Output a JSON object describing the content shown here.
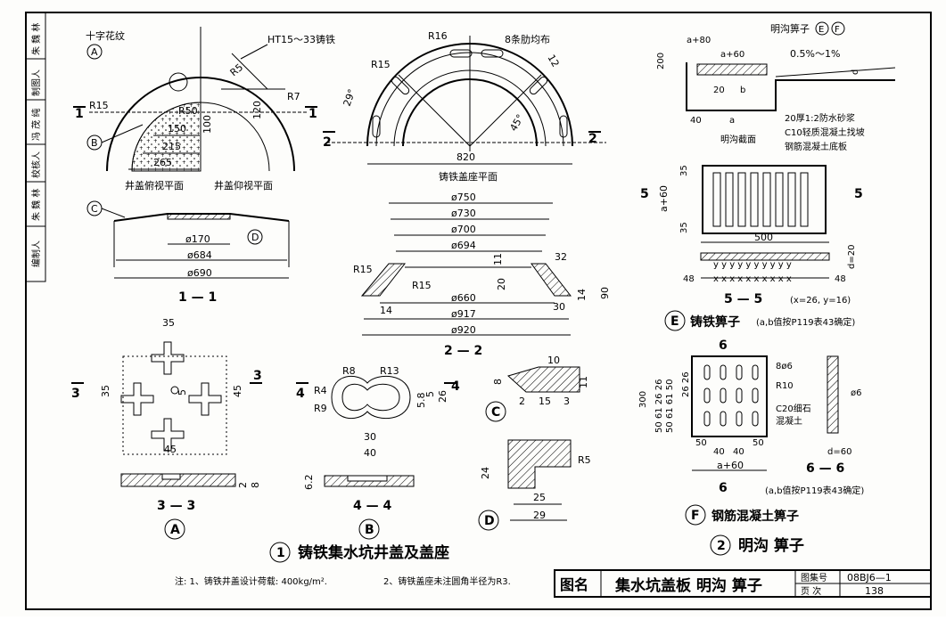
{
  "sidebar": [
    "编制人",
    "朱 魏 林",
    "校核人",
    "冯 茂 纯",
    "制图人",
    "朱 魏 林"
  ],
  "top_view": {
    "label_cross": "十字花纹",
    "label_iron": "HT15～33铸铁",
    "dim_r15": "R15",
    "dim_r50": "R50",
    "dim_r5": "R5",
    "dim_r7": "R7",
    "dim_150": "150",
    "dim_215": "215",
    "dim_265": "265",
    "dim_100": "100",
    "dim_120": "120",
    "caption_top": "井盖俯视平面",
    "caption_bottom": "井盖仰视平面",
    "marker_a": "A",
    "marker_b": "B",
    "cut": "1"
  },
  "seat_plan": {
    "dim_r16": "R16",
    "dim_r15": "R15",
    "ribs": "8条肋均布",
    "dim_12": "12",
    "dim_29": "29°",
    "dim_45": "45°",
    "dim_820": "820",
    "caption": "铸铁盖座平面",
    "cut": "2"
  },
  "section_1": {
    "marker_c": "C",
    "marker_d": "D",
    "dim_170": "ø170",
    "dim_684": "ø684",
    "dim_690": "ø690",
    "caption": "1 — 1"
  },
  "section_2": {
    "dims": [
      "ø750",
      "ø730",
      "ø700",
      "ø694"
    ],
    "r15a": "R15",
    "r15b": "R15",
    "d11": "11",
    "d20": "20",
    "d32": "32",
    "d14": "14",
    "d90": "90",
    "d30": "30",
    "d14b": "14",
    "dims_bottom": [
      "ø660",
      "ø917",
      "ø920"
    ],
    "caption": "2 — 2"
  },
  "detail_a": {
    "d35a": "35",
    "d35b": "35",
    "d5": "5",
    "d45a": "45",
    "d45b": "45",
    "d2": "2",
    "d8": "8",
    "cut": "3",
    "caption": "3 — 3",
    "marker": "A"
  },
  "detail_b": {
    "r8": "R8",
    "r13": "R13",
    "r4": "R4",
    "r9": "R9",
    "d58": "5.8",
    "d5": "5",
    "d26": "26",
    "d30": "30",
    "d40": "40",
    "d62": "6.2",
    "cut": "4",
    "caption": "4 — 4",
    "marker": "B"
  },
  "detail_c": {
    "d10": "10",
    "d8": "8",
    "d11": "11",
    "d2": "2",
    "d15": "15",
    "d3": "3",
    "marker": "C"
  },
  "detail_d": {
    "r5": "R5",
    "d24": "24",
    "d25": "25",
    "d29": "29",
    "marker": "D"
  },
  "ditch": {
    "label_grate": "明沟箅子",
    "markers": [
      "E",
      "F"
    ],
    "a80": "a+80",
    "a60": "a+60",
    "slope": "0.5%～1%",
    "d200": "200",
    "d20": "20",
    "db": "b",
    "dd": "d",
    "d40": "40",
    "da": "a",
    "caption": "明沟截面",
    "notes": [
      "20厚1:2防水砂浆",
      "C10轻质混凝土找坡",
      "钢筋混凝土底板"
    ]
  },
  "grate_e": {
    "cut": "5",
    "d35a": "35",
    "d35b": "35",
    "da60": "a+60",
    "d500": "500",
    "dd20": "d=20",
    "ys": "y y y y y y y y y y",
    "d48a": "48",
    "d48b": "48",
    "xs": "x x x x x x x x x x",
    "caption": "5 — 5",
    "caption_note": "(x=26, y=16)",
    "title": "铸铁箅子",
    "title_note": "(a,b值按P119表43确定)",
    "marker": "E"
  },
  "grate_f": {
    "cut": "6",
    "d300": "300",
    "left_dims": "50 61 26 26",
    "left_dims2": "50 61 61 50",
    "inner": "26 26",
    "rebar": "8ø6",
    "r10": "R10",
    "concrete": "C20细石",
    "concrete2": "混凝土",
    "d50a": "50",
    "d40a": "40",
    "d40b": "40",
    "d50b": "50",
    "da60": "a+60",
    "d6": "ø6",
    "d60": "d=60",
    "caption": "6 — 6",
    "title": "钢筋混凝土箅子",
    "title_note": "(a,b值按P119表43确定)",
    "marker": "F"
  },
  "main_titles": {
    "n1": "1",
    "t1": "铸铁集水坑井盖及盖座",
    "n2": "2",
    "t2": "明沟 箅子"
  },
  "notes": {
    "n1": "注: 1、铸铁井盖设计荷载: 400kg/m².",
    "n2": "2、铸铁盖座未注圆角半径为R3."
  },
  "title_block": {
    "label": "图名",
    "name": "集水坑盖板 明沟 箅子",
    "set_label": "图集号",
    "set_value": "08BJ6—1",
    "page_label": "页 次",
    "page_value": "138"
  }
}
